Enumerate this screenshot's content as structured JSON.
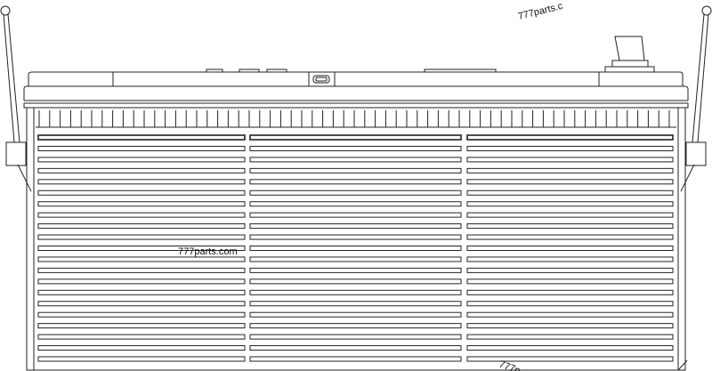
{
  "drawing": {
    "subject": "battery-side-view",
    "line_color": "#222222",
    "background": "#ffffff",
    "rib_rows": 21,
    "rib_columns": 3
  },
  "watermarks": {
    "center": "777parts.com",
    "top": "777parts.c",
    "bottom": "777p"
  }
}
